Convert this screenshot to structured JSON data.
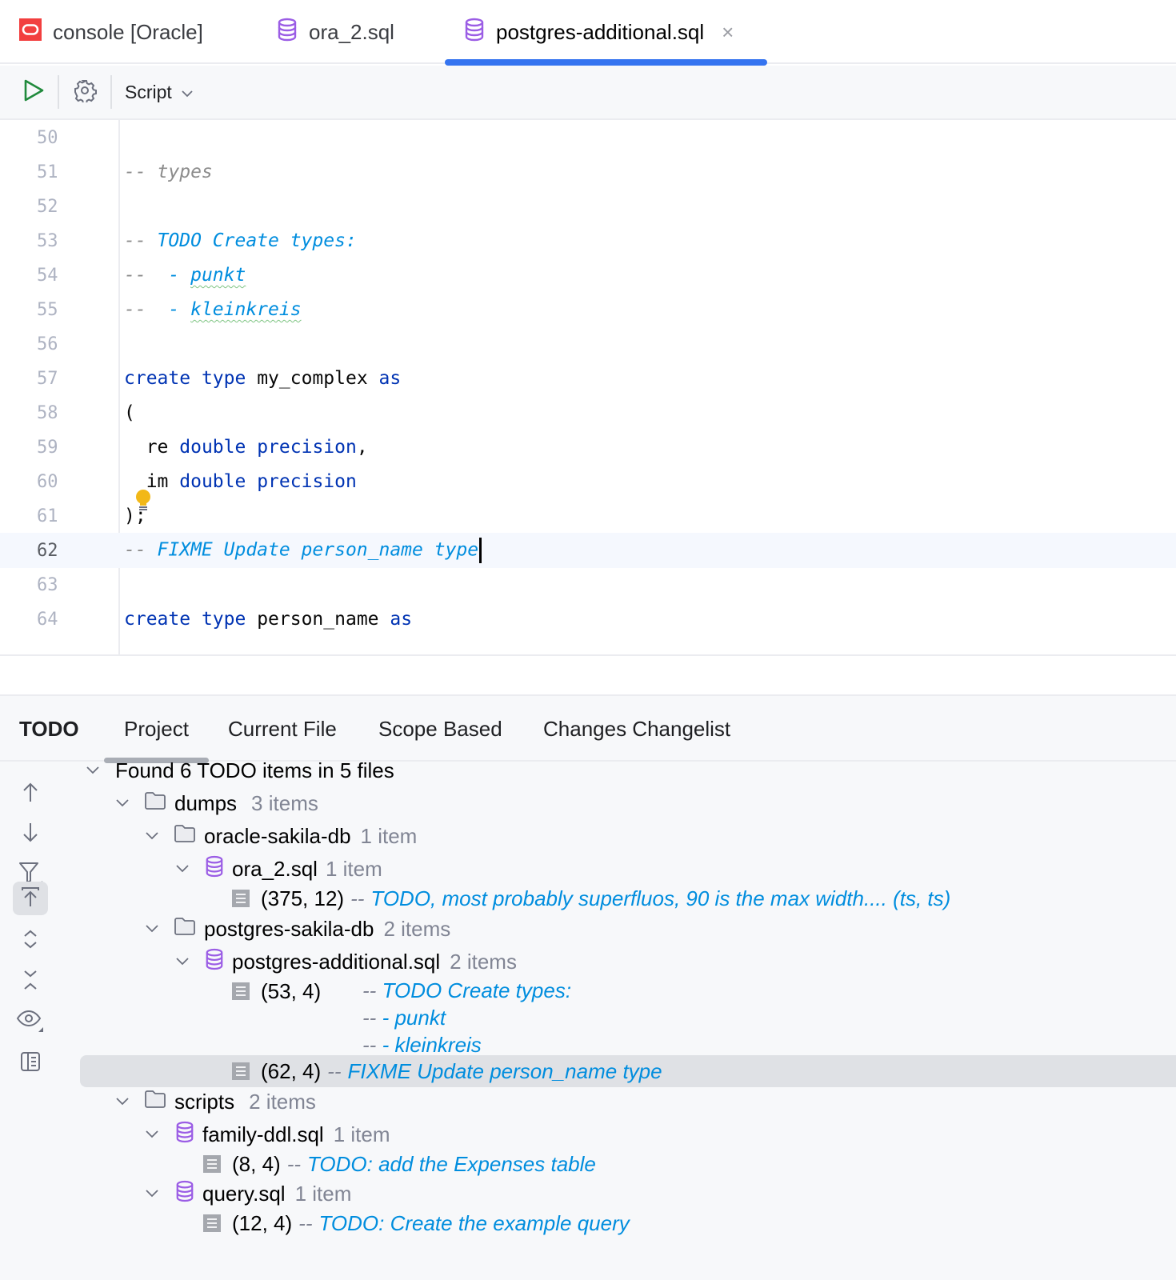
{
  "tabs": [
    {
      "label": "console [Oracle]",
      "icon": "oracle-icon",
      "active": false
    },
    {
      "label": "ora_2.sql",
      "icon": "database-icon",
      "active": false
    },
    {
      "label": "postgres-additional.sql",
      "icon": "database-icon",
      "active": true,
      "close": "×"
    }
  ],
  "toolbar": {
    "run_icon": "run-icon",
    "settings_icon": "gear-icon",
    "script_label": "Script",
    "script_dropdown_icon": "chevron-down-icon"
  },
  "editor": {
    "current_line": 62,
    "lines": [
      {
        "n": "50",
        "text": ""
      },
      {
        "n": "51",
        "text": "-- types"
      },
      {
        "n": "52",
        "text": ""
      },
      {
        "n": "53",
        "text": "-- TODO Create types:"
      },
      {
        "n": "54",
        "text": "--  - punkt"
      },
      {
        "n": "55",
        "text": "--  - kleinkreis"
      },
      {
        "n": "56",
        "text": ""
      },
      {
        "n": "57",
        "text": "create type my_complex as"
      },
      {
        "n": "58",
        "text": "("
      },
      {
        "n": "59",
        "text": "  re double precision,"
      },
      {
        "n": "60",
        "text": "  im double precision"
      },
      {
        "n": "61",
        "text": ");"
      },
      {
        "n": "62",
        "text": "-- FIXME Update person_name type"
      },
      {
        "n": "63",
        "text": ""
      },
      {
        "n": "64",
        "text": "create type person_name as"
      }
    ],
    "tokens": {
      "l51_dash": "-- ",
      "l51_text": "types",
      "l53_dash": "-- ",
      "l53_text": "TODO Create types:",
      "l54_dash": "--  ",
      "l54_pre": "- ",
      "l54_word": "punkt",
      "l55_dash": "--  ",
      "l55_pre": "- ",
      "l55_word": "kleinkreis",
      "create": "create",
      "type": "type",
      "as": "as",
      "my_complex": " my_complex ",
      "paren_open": "(",
      "re": "  re ",
      "im": "  im ",
      "double": "double",
      "precision": "precision",
      "comma": ",",
      "paren_close": ")",
      "semicolon": ";",
      "l62_dash": "-- ",
      "l62_text": "FIXME Update person_name type",
      "person_name": " person_name "
    }
  },
  "todo_panel": {
    "title": "TODO",
    "tabs": [
      {
        "label": "Project",
        "active": true
      },
      {
        "label": "Current File",
        "active": false
      },
      {
        "label": "Scope Based",
        "active": false
      },
      {
        "label": "Changes Changelist",
        "active": false
      }
    ],
    "side_tools": [
      {
        "name": "previous-occurrence",
        "icon": "arrow-up-icon"
      },
      {
        "name": "next-occurrence",
        "icon": "arrow-down-icon"
      },
      {
        "name": "filter",
        "icon": "filter-icon"
      },
      {
        "name": "autoscroll-to-source",
        "icon": "autoscroll-icon",
        "pressed": true
      },
      {
        "name": "expand-all",
        "icon": "expand-all-icon"
      },
      {
        "name": "collapse-all",
        "icon": "collapse-all-icon"
      },
      {
        "name": "view-options",
        "icon": "eye-icon"
      },
      {
        "name": "preview",
        "icon": "preview-panel-icon"
      }
    ],
    "tree": {
      "root": "Found 6 TODO items in 5 files",
      "dumps": {
        "name": "dumps",
        "count": "3 items"
      },
      "oracle_sakila": {
        "name": "oracle-sakila-db",
        "count": "1 item"
      },
      "ora_2": {
        "name": "ora_2.sql",
        "count": "1 item"
      },
      "ora_2_item": {
        "loc": "(375, 12)",
        "dash": "--",
        "text": "TODO, most probably superfluos, 90 is the max width.... (ts, ts)"
      },
      "postgres_sakila": {
        "name": "postgres-sakila-db",
        "count": "2 items"
      },
      "postgres_additional": {
        "name": "postgres-additional.sql",
        "count": "2 items"
      },
      "pa_item1": {
        "loc": "(53, 4)",
        "lines": [
          {
            "dash": "--",
            "text": "TODO Create types:"
          },
          {
            "dash": "--",
            "text": " - punkt"
          },
          {
            "dash": "--",
            "text": " - kleinkreis"
          }
        ]
      },
      "pa_item2": {
        "loc": "(62, 4)",
        "dash": "--",
        "text": "FIXME Update person_name type",
        "selected": true
      },
      "scripts": {
        "name": "scripts",
        "count": "2 items"
      },
      "family_ddl": {
        "name": "family-ddl.sql",
        "count": "1 item"
      },
      "family_item": {
        "loc": "(8, 4)",
        "dash": "--",
        "text": "TODO: add the Expenses table"
      },
      "query": {
        "name": "query.sql",
        "count": "1 item"
      },
      "query_item": {
        "loc": "(12, 4)",
        "dash": "--",
        "text": "TODO: Create the example query"
      }
    }
  },
  "colors": {
    "accent": "#3574f0",
    "keyword": "#0033b3",
    "todo": "#008dde",
    "comment": "#8c8c8c",
    "oracle": "#f23f3f",
    "database": "#9b5de5"
  }
}
